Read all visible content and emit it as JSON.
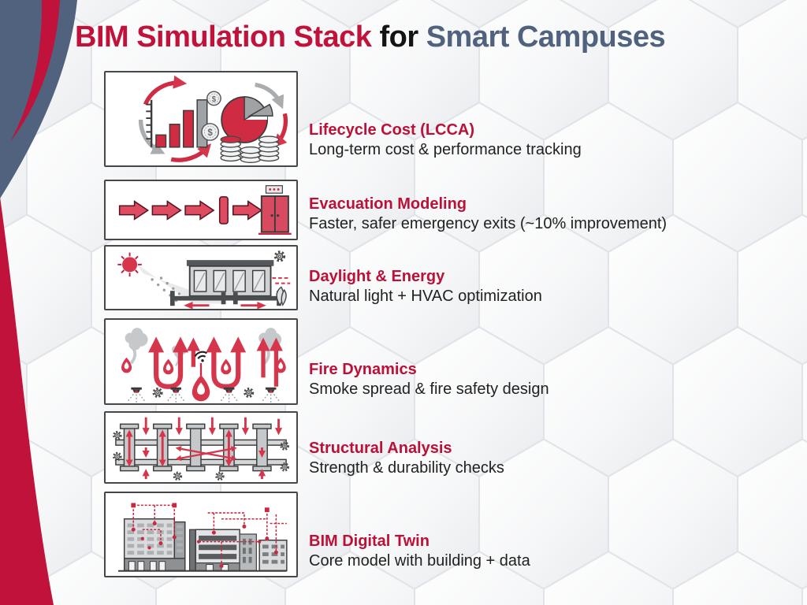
{
  "header": {
    "title_red": "BIM Simulation Stack",
    "title_mid": "for",
    "title_blue": "Smart Campuses"
  },
  "colors": {
    "accent_red": "#c0123a",
    "accent_slate": "#51627f",
    "heading_red": "#bb1038",
    "body_text": "#212121",
    "panel_border": "#474747",
    "illustration_red": "#d6364c",
    "illustration_gray": "#b9bcbe",
    "background": "#f4f5f6"
  },
  "icons": {
    "coin_symbol": "$"
  },
  "rows": [
    {
      "id": "lifecycle-cost",
      "illustration": "cost-analytics-illustration",
      "heading": "Lifecycle Cost (LCCA)",
      "description": "Long-term cost & performance tracking"
    },
    {
      "id": "evacuation-modeling",
      "illustration": "exit-arrows-door-illustration",
      "heading": "Evacuation Modeling",
      "description": "Faster, safer emergency exits (~10% improvement)"
    },
    {
      "id": "daylight-energy",
      "illustration": "sun-building-hvac-illustration",
      "heading": "Daylight & Energy",
      "description": "Natural light + HVAC optimization"
    },
    {
      "id": "fire-dynamics",
      "illustration": "smoke-flames-sprinklers-illustration",
      "heading": "Fire Dynamics",
      "description": "Smoke spread & fire safety design"
    },
    {
      "id": "structural-analysis",
      "illustration": "columns-load-arrows-illustration",
      "heading": "Structural Analysis",
      "description": "Strength & durability checks"
    },
    {
      "id": "bim-digital-twin",
      "illustration": "city-data-network-illustration",
      "heading": "BIM Digital Twin",
      "description": "Core model with building + data"
    }
  ]
}
